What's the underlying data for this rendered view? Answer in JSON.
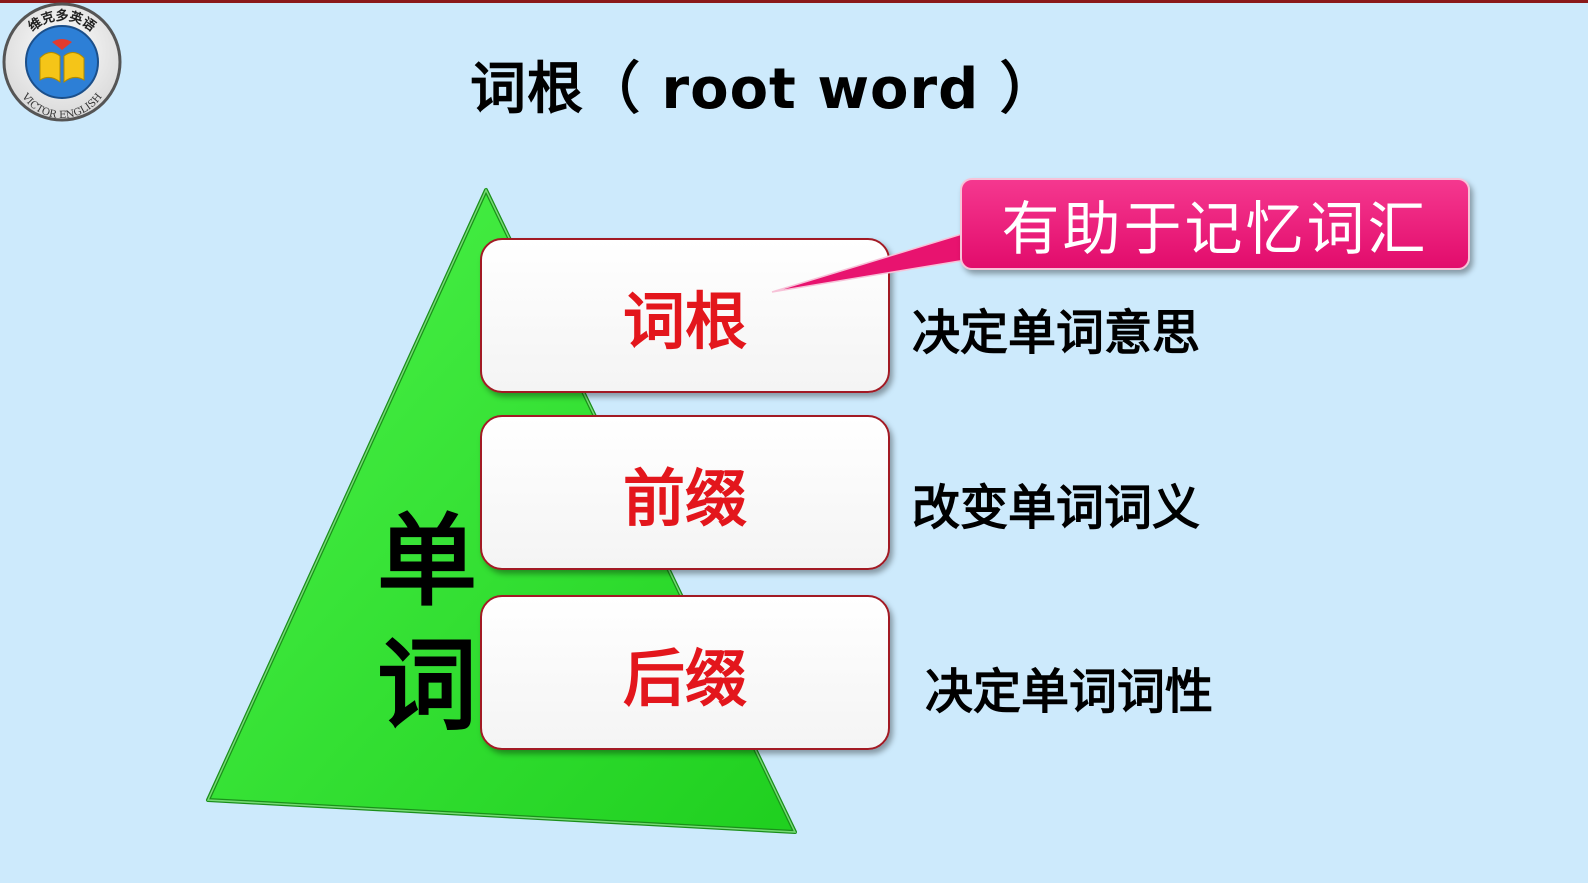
{
  "logo": {
    "top_text": "维克多英语",
    "bottom_text": "VICTOR ENGLISH"
  },
  "title": "词根（ root word ）",
  "pyramid_label": [
    "单",
    "词"
  ],
  "boxes": [
    {
      "label": "词根",
      "description": "决定单词意思"
    },
    {
      "label": "前缀",
      "description": "改变单词词义"
    },
    {
      "label": "后缀",
      "description": "决定单词词性"
    }
  ],
  "callout": "有助于记忆词汇",
  "colors": {
    "background": "#cdeafc",
    "pyramid": "#2ee02a",
    "box_text": "#e3161c",
    "callout": "#e8136f"
  }
}
